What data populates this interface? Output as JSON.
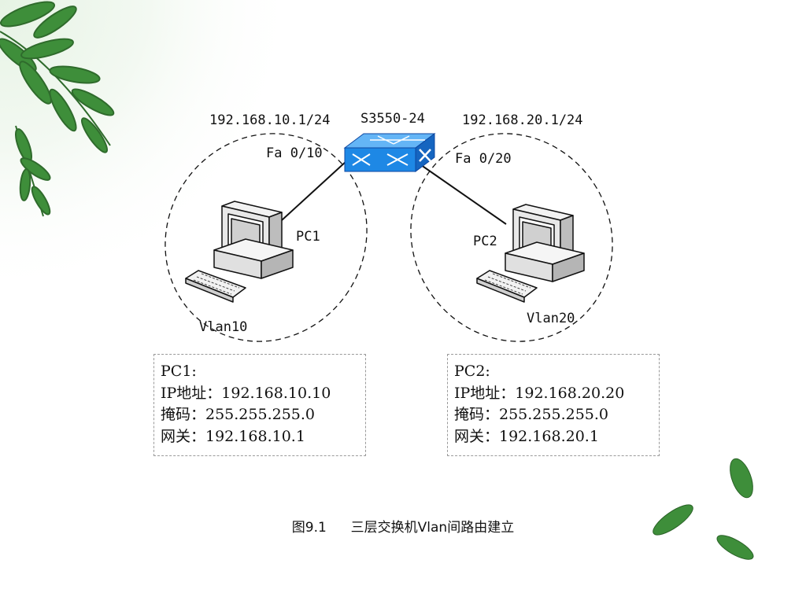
{
  "switch": {
    "name": "S3550-24",
    "left_gateway": "192.168.10.1/24",
    "right_gateway": "192.168.20.1/24",
    "left_port": "Fa 0/10",
    "right_port": "Fa 0/20"
  },
  "hosts": [
    {
      "label": "PC1",
      "vlan": "Vlan10",
      "info": {
        "title": "PC1:",
        "ip": "IP地址：192.168.10.10",
        "mask": "掩码：255.255.255.0",
        "gateway": "网关：192.168.10.1"
      }
    },
    {
      "label": "PC2",
      "vlan": "Vlan20",
      "info": {
        "title": "PC2:",
        "ip": "IP地址：192.168.20.20",
        "mask": "掩码：255.255.255.0",
        "gateway": "网关：192.168.20.1"
      }
    }
  ],
  "caption": {
    "number": "图9.1",
    "text": "三层交换机Vlan间路由建立"
  },
  "colors": {
    "switch_body": "#1e88e5",
    "switch_top": "#64b5f6",
    "leaf": "#3e8e3a"
  }
}
